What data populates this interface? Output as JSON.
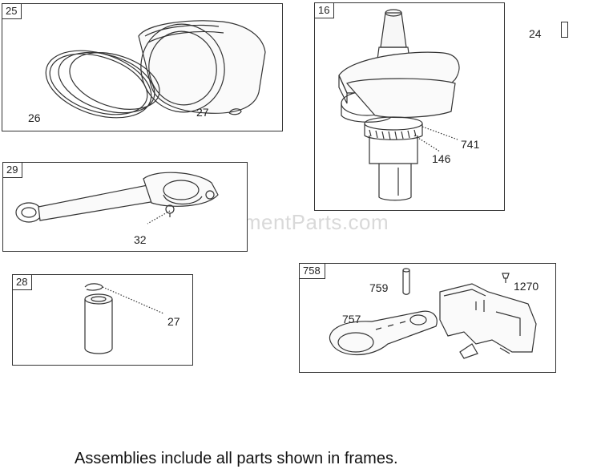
{
  "watermark": "eReplacementParts.com",
  "footer": "Assemblies include all parts shown in frames.",
  "frames": {
    "piston": {
      "tag": "25",
      "callouts": {
        "rings": "26",
        "clip": "27"
      }
    },
    "crankshaft": {
      "tag": "16",
      "callouts": {
        "gear_outer": "741",
        "gear_inner": "146"
      }
    },
    "rod": {
      "tag": "29",
      "callouts": {
        "bolt": "32"
      }
    },
    "pin": {
      "tag": "28",
      "callouts": {
        "clip": "27"
      }
    },
    "balancer": {
      "tag": "758",
      "callouts": {
        "pin": "759",
        "screw": "1270",
        "weight": "757"
      }
    }
  },
  "loose_part": {
    "label": "24"
  }
}
